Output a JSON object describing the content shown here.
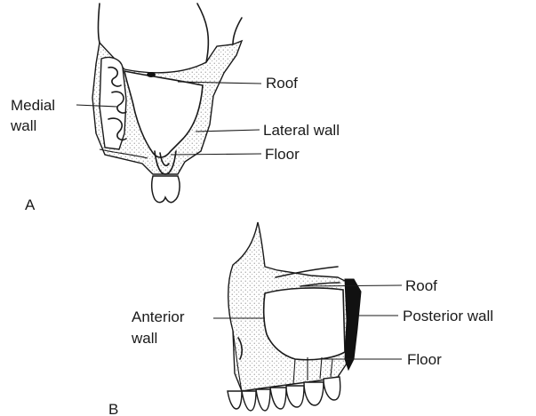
{
  "panel_a": {
    "letter": "A",
    "labels": {
      "roof": "Roof",
      "medial_1": "Medial",
      "medial_2": "wall",
      "lateral": "Lateral wall",
      "floor": "Floor"
    }
  },
  "panel_b": {
    "letter": "B",
    "labels": {
      "roof": "Roof",
      "anterior_1": "Anterior",
      "anterior_2": "wall",
      "posterior": "Posterior wall",
      "floor": "Floor"
    }
  }
}
